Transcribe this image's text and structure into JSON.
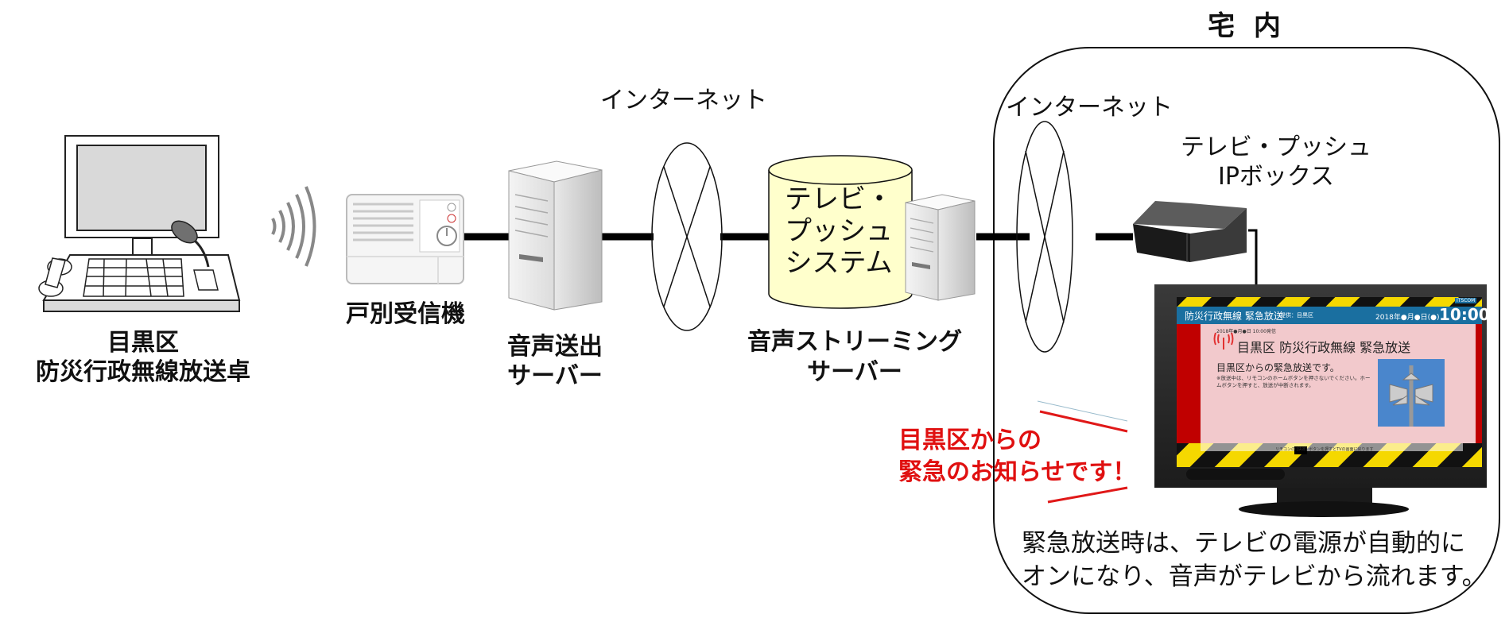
{
  "diagram": {
    "title": "目黒区 防災行政無線 テレビ・プッシュ 構成図",
    "nodes": {
      "broadcast_desk": {
        "line1": "目黒区",
        "line2": "防災行政無線放送卓"
      },
      "receiver": {
        "label": "戸別受信機"
      },
      "audio_server": {
        "line1": "音声送出",
        "line2": "サーバー"
      },
      "internet_1": {
        "label": "インターネット"
      },
      "tv_push_system": {
        "line1": "テレビ・",
        "line2": "プッシュ",
        "line3": "システム"
      },
      "streaming_server": {
        "line1": "音声ストリーミング",
        "line2": "サーバー"
      },
      "internet_2": {
        "label": "インターネット"
      },
      "ip_box": {
        "line1": "テレビ・プッシュ",
        "line2": "IPボックス"
      }
    },
    "home_zone": {
      "label": "宅 内"
    },
    "tv_screen": {
      "header_title": "防災行政無線 緊急放送",
      "header_provider": "提供：目黒区",
      "header_date": "2018年●月●日(●)",
      "header_time": "10:00",
      "header_logo": "ITSCOM",
      "issued": "2018年●月●日 10:00発信",
      "headline": "目黒区 防災行政無線 緊急放送",
      "message": "目黒区からの緊急放送です。",
      "note": "※放送中は、リモコンのホームボタンを押さないでください。ホームボタンを押すと、放送が中断されます。",
      "footer_hint": "リモコンの [決定] ボタンを押すとTVの画面に戻ります"
    },
    "callout": {
      "line1": "目黒区からの",
      "line2": "緊急のお知らせです！"
    },
    "description": {
      "line1": "緊急放送時は、テレビの電源が自動的に",
      "line2": "オンになり、音声がテレビから流れます。"
    },
    "colors": {
      "callout_red": "#e01010",
      "cylinder_fill": "#ffffcc",
      "tv_header_blue": "#1a6fa0",
      "tv_body_pink": "#f2c9cc",
      "tv_side_red": "#c00000",
      "hazard_yellow": "#f5d800"
    }
  }
}
